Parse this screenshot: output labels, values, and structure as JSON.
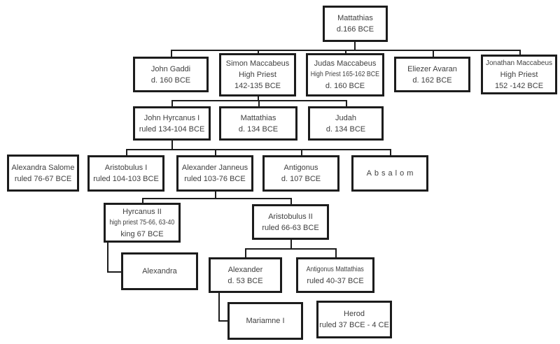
{
  "diagram": {
    "type": "family-tree",
    "subject": "Hasmonean (Maccabean) dynasty"
  },
  "colors": {
    "background": "#ffffff",
    "line": "#1c1c1c",
    "text": "#404040"
  },
  "nodes": {
    "mattathias": {
      "lines": [
        "Mattathias",
        "d.166 BCE"
      ]
    },
    "john_gaddi": {
      "lines": [
        "John Gaddi",
        "d. 160 BCE"
      ]
    },
    "simon_maccabeus": {
      "lines": [
        "Simon Maccabeus",
        "High Priest",
        "142-135 BCE"
      ]
    },
    "judas_maccabeus": {
      "lines": [
        "Judas Maccabeus",
        "High Priest 165-162 BCE",
        "d. 160 BCE"
      ]
    },
    "eliezer_avaran": {
      "lines": [
        "Eliezer Avaran",
        "d. 162 BCE"
      ]
    },
    "jonathan_maccabeus": {
      "lines": [
        "Jonathan Maccabeus",
        "High Priest",
        "152 -142 BCE"
      ]
    },
    "john_hyrcanus_i": {
      "lines": [
        "John Hyrcanus I",
        "ruled 134-104 BCE"
      ]
    },
    "mattathias_ii": {
      "lines": [
        "Mattathias",
        "d. 134 BCE"
      ]
    },
    "judah": {
      "lines": [
        "Judah",
        "d. 134 BCE"
      ]
    },
    "alexandra_salome": {
      "lines": [
        "Alexandra Salome",
        "ruled 76-67 BCE"
      ]
    },
    "aristobulus_i": {
      "lines": [
        "Aristobulus I",
        "ruled 104-103 BCE"
      ]
    },
    "alexander_janneus": {
      "lines": [
        "Alexander Janneus",
        "ruled 103-76 BCE"
      ]
    },
    "antigonus": {
      "lines": [
        "Antigonus",
        "d. 107 BCE"
      ]
    },
    "absalom": {
      "lines": [
        "Absalom"
      ]
    },
    "hyrcanus_ii": {
      "lines": [
        "Hyrcanus II",
        "high priest 75-66, 63-40",
        "king 67 BCE"
      ]
    },
    "aristobulus_ii": {
      "lines": [
        "Aristobulus II",
        "ruled 66-63 BCE"
      ]
    },
    "alexandra": {
      "lines": [
        "Alexandra"
      ]
    },
    "alexander": {
      "lines": [
        "Alexander",
        "d. 53 BCE"
      ]
    },
    "antigonus_mattathias": {
      "lines": [
        "Antigonus  Mattathias",
        "ruled 40-37 BCE"
      ]
    },
    "mariamne_i": {
      "lines": [
        "Mariamne I"
      ]
    },
    "herod": {
      "lines": [
        "Herod",
        "ruled 37 BCE - 4 CE"
      ]
    }
  },
  "edges": [
    {
      "parent": "mattathias",
      "children": [
        "john_gaddi",
        "simon_maccabeus",
        "judas_maccabeus",
        "eliezer_avaran",
        "jonathan_maccabeus"
      ]
    },
    {
      "parent": "simon_maccabeus",
      "children": [
        "john_hyrcanus_i",
        "mattathias_ii",
        "judah"
      ]
    },
    {
      "parent": "john_hyrcanus_i",
      "children": [
        "aristobulus_i",
        "alexander_janneus",
        "antigonus",
        "absalom"
      ]
    },
    {
      "parent": "alexander_janneus",
      "children": [
        "hyrcanus_ii",
        "aristobulus_ii"
      ]
    },
    {
      "parent": "hyrcanus_ii",
      "children": [
        "alexandra"
      ]
    },
    {
      "parent": "aristobulus_ii",
      "children": [
        "alexander",
        "antigonus_mattathias"
      ]
    },
    {
      "parent": "alexander",
      "children": [
        "mariamne_i"
      ]
    }
  ]
}
